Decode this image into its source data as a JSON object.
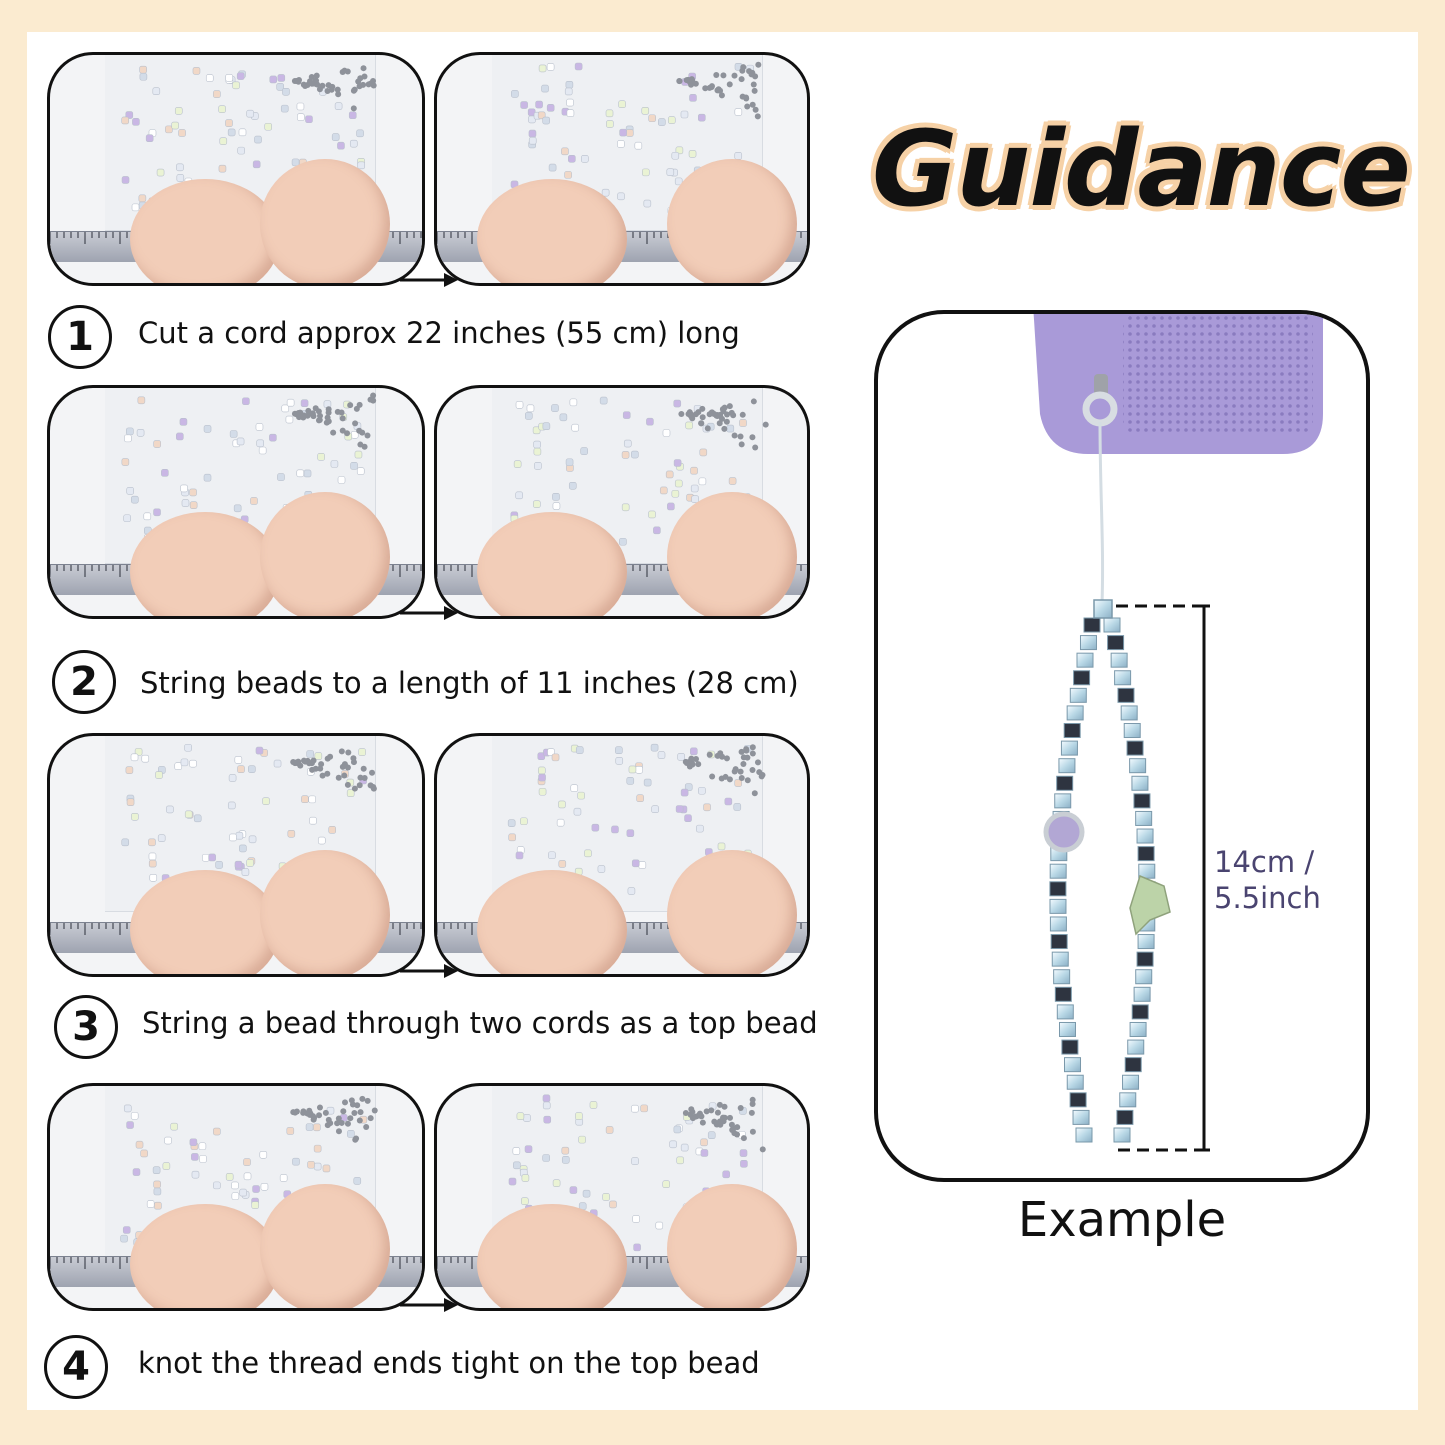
{
  "title": "Guidance",
  "steps": [
    {
      "number": "1",
      "text": "Cut a cord approx 22 inches (55 cm) long"
    },
    {
      "number": "2",
      "text": "String beads to a length of 11 inches (28 cm)"
    },
    {
      "number": "3",
      "text": "String a bead through two cords as a top bead"
    },
    {
      "number": "4",
      "text": "knot the thread ends tight on the top bead"
    }
  ],
  "example": {
    "label": "Example",
    "measure_line1": "14cm /",
    "measure_line2": "5.5inch"
  },
  "colors": {
    "border": "#fbebd0",
    "title_outline": "#f6d1a6",
    "phone": "#a99ad8",
    "measure_text": "#4a4470"
  }
}
